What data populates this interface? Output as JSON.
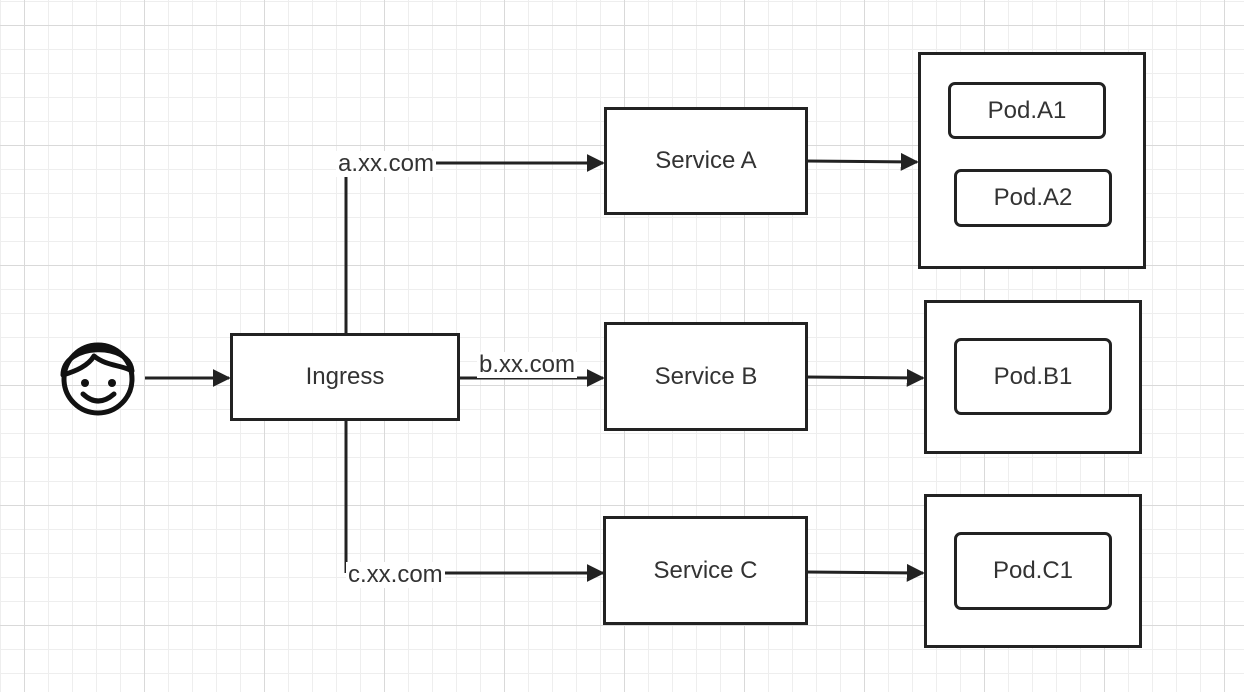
{
  "nodes": {
    "ingress": "Ingress",
    "service_a": "Service A",
    "service_b": "Service B",
    "service_c": "Service C"
  },
  "pods": {
    "a1": "Pod.A1",
    "a2": "Pod.A2",
    "b1": "Pod.B1",
    "c1": "Pod.C1"
  },
  "routes": {
    "a": "a.xx.com",
    "b": "b.xx.com",
    "c": "c.xx.com"
  },
  "icons": {
    "user": "user-face-icon"
  },
  "colors": {
    "stroke": "#222222",
    "text": "#333333",
    "grid": "#d9d9d9"
  }
}
